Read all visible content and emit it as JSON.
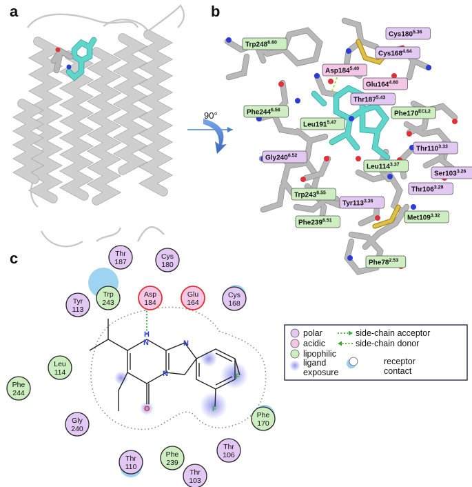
{
  "panel_labels": {
    "a": "a",
    "b": "b",
    "c": "c"
  },
  "rotation_label": "90°",
  "residue_tags": [
    {
      "id": "trp248",
      "name": "Trp248",
      "sup": "6.60",
      "type": "lipophilic"
    },
    {
      "id": "cys180",
      "name": "Cys180",
      "sup": "5.36",
      "type": "polar"
    },
    {
      "id": "cys168",
      "name": "Cys168",
      "sup": "4.64",
      "type": "polar"
    },
    {
      "id": "asp184",
      "name": "Asp184",
      "sup": "5.40",
      "type": "acidic"
    },
    {
      "id": "glu164",
      "name": "Glu164",
      "sup": "4.60",
      "type": "acidic"
    },
    {
      "id": "thr187",
      "name": "Thr187",
      "sup": "5.43",
      "type": "polar"
    },
    {
      "id": "phe244",
      "name": "Phe244",
      "sup": "6.56",
      "type": "lipophilic"
    },
    {
      "id": "leu191",
      "name": "Leu191",
      "sup": "5.47",
      "type": "lipophilic"
    },
    {
      "id": "phe170",
      "name": "Phe170",
      "sup": "ECL2",
      "type": "lipophilic"
    },
    {
      "id": "thr110",
      "name": "Thr110",
      "sup": "3.33",
      "type": "polar"
    },
    {
      "id": "gly240",
      "name": "Gly240",
      "sup": "6.52",
      "type": "polar"
    },
    {
      "id": "leu114",
      "name": "Leu114",
      "sup": "3.37",
      "type": "lipophilic"
    },
    {
      "id": "ser103",
      "name": "Ser103",
      "sup": "3.26",
      "type": "polar"
    },
    {
      "id": "thr106",
      "name": "Thr106",
      "sup": "3.29",
      "type": "polar"
    },
    {
      "id": "trp243",
      "name": "Trp243",
      "sup": "6.55",
      "type": "lipophilic"
    },
    {
      "id": "tyr113",
      "name": "Tyr113",
      "sup": "3.36",
      "type": "polar"
    },
    {
      "id": "phe239",
      "name": "Phe239",
      "sup": "6.51",
      "type": "lipophilic"
    },
    {
      "id": "met109",
      "name": "Met109",
      "sup": "3.32",
      "type": "lipophilic"
    },
    {
      "id": "phe78",
      "name": "Phe78",
      "sup": "2.53",
      "type": "lipophilic"
    }
  ],
  "interaction_residues": [
    {
      "id": "thr187",
      "l1": "Thr",
      "l2": "187",
      "type": "polar"
    },
    {
      "id": "cys180",
      "l1": "Cys",
      "l2": "180",
      "type": "polar"
    },
    {
      "id": "trp243",
      "l1": "Trp",
      "l2": "243",
      "type": "lipophilic"
    },
    {
      "id": "asp184",
      "l1": "Asp",
      "l2": "184",
      "type": "acidic"
    },
    {
      "id": "glu164",
      "l1": "Glu",
      "l2": "164",
      "type": "acidic"
    },
    {
      "id": "cys168",
      "l1": "Cys",
      "l2": "168",
      "type": "polar"
    },
    {
      "id": "tyr113",
      "l1": "Tyr",
      "l2": "113",
      "type": "polar"
    },
    {
      "id": "leu114",
      "l1": "Leu",
      "l2": "114",
      "type": "lipophilic"
    },
    {
      "id": "phe244",
      "l1": "Phe",
      "l2": "244",
      "type": "lipophilic"
    },
    {
      "id": "gly240",
      "l1": "Gly",
      "l2": "240",
      "type": "polar"
    },
    {
      "id": "thr110",
      "l1": "Thr",
      "l2": "110",
      "type": "polar"
    },
    {
      "id": "phe239",
      "l1": "Phe",
      "l2": "239",
      "type": "lipophilic"
    },
    {
      "id": "thr106",
      "l1": "Thr",
      "l2": "106",
      "type": "polar"
    },
    {
      "id": "thr103",
      "l1": "Thr",
      "l2": "103",
      "type": "polar"
    },
    {
      "id": "phe170",
      "l1": "Phe",
      "l2": "170",
      "type": "lipophilic"
    }
  ],
  "ligand_atoms": {
    "nh_n": "N",
    "nh_h": "H",
    "ring_n": "N",
    "n2": "N",
    "o": "O",
    "f1": "F",
    "f2": "F"
  },
  "legend": {
    "polar": "polar",
    "acidic": "acidic",
    "lipophilic": "lipophilic",
    "ligand_exposure_1": "ligand",
    "ligand_exposure_2": "exposure",
    "side_chain_acceptor": "side-chain acceptor",
    "side_chain_donor": "side-chain donor",
    "receptor_contact_1": "receptor",
    "receptor_contact_2": "contact"
  },
  "colors": {
    "polar_fill": "#e2c8f2",
    "acidic_fill": "#f4c7e6",
    "lipophilic_fill": "#cdeec0",
    "acidic_ring": "#e03030",
    "hbond": "#3aaa35",
    "exposure": "#7b7ee8",
    "receptor_contact": "#7ec6ec",
    "ligand_carbon": "#5fd6cc",
    "oxygen": "#e0303a",
    "nitrogen": "#2b3bd6",
    "sulfur": "#d9b43a",
    "arrow": "#4a7fd0"
  }
}
